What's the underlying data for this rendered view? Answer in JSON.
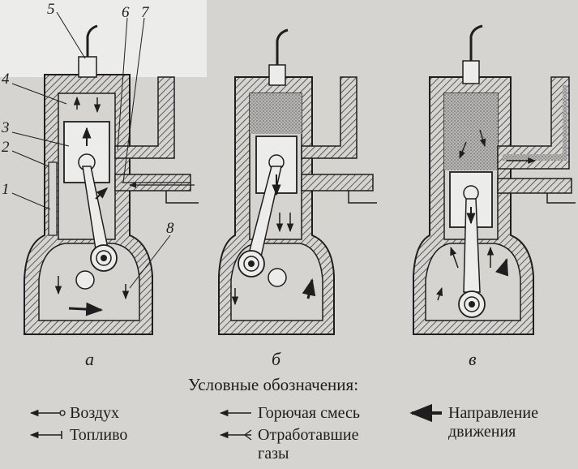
{
  "part_labels": [
    "1",
    "2",
    "3",
    "4",
    "5",
    "6",
    "7",
    "8"
  ],
  "panel_captions": [
    "а",
    "б",
    "в"
  ],
  "legend": {
    "title": "Условные обозначения:",
    "items": [
      {
        "icon": "arrow-circle-tail",
        "text": "Воздух"
      },
      {
        "icon": "arrow-line",
        "text": "Топливо"
      },
      {
        "icon": "arrow-line",
        "text": "Горючая смесь"
      },
      {
        "icon": "arrow-fork-tail",
        "text": "Отработавшие газы"
      },
      {
        "icon": "arrow-double-head",
        "text": "Направление движения"
      }
    ]
  }
}
